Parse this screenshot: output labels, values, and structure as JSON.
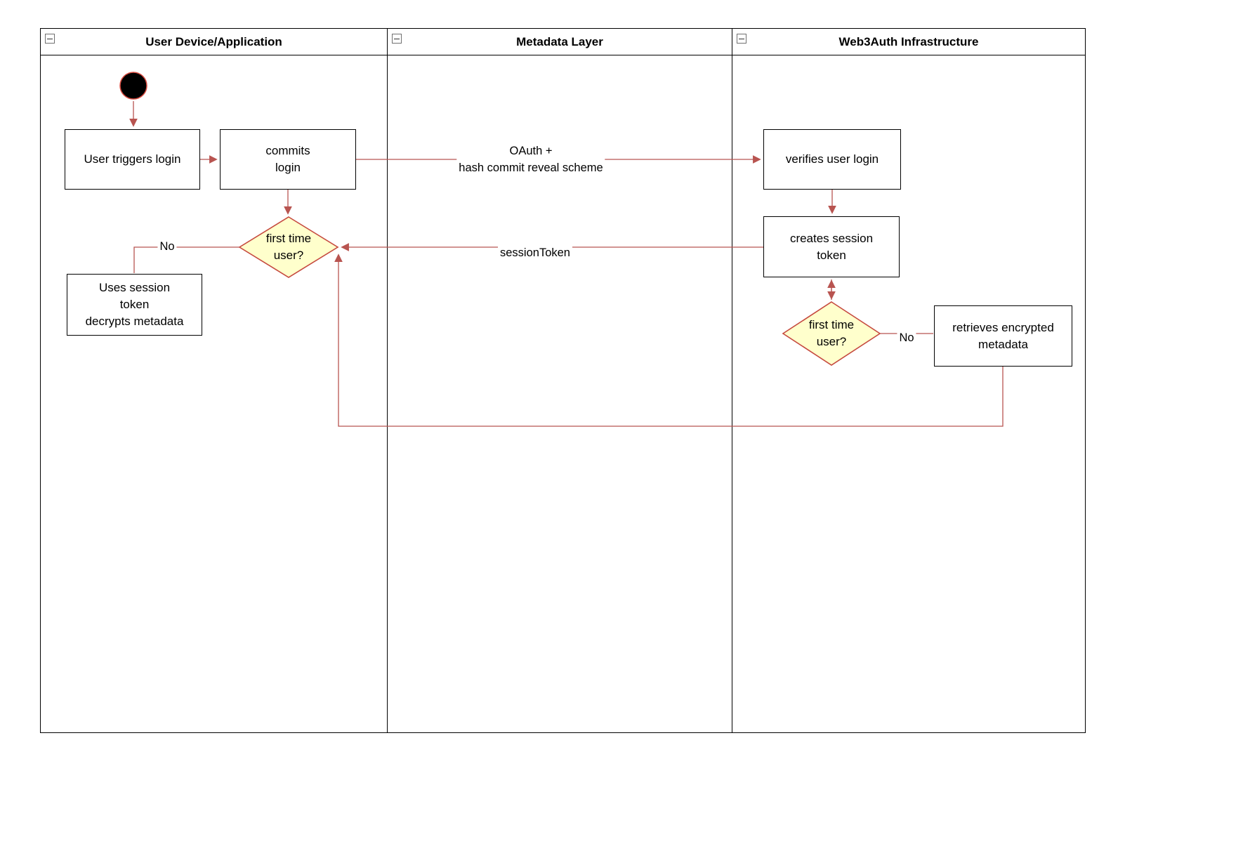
{
  "lanes": [
    {
      "title": "User Device/Application"
    },
    {
      "title": "Metadata Layer"
    },
    {
      "title": "Web3Auth Infrastructure"
    }
  ],
  "nodes": {
    "user_triggers_login": "User triggers login",
    "commits_login": "commits\nlogin",
    "first_time_user_1": "first time\nuser?",
    "uses_session_token": "Uses session\ntoken\ndecrypts metadata",
    "verifies_user_login": "verifies user login",
    "creates_session_token": "creates session\ntoken",
    "first_time_user_2": "first time\nuser?",
    "retrieves_encrypted_metadata": "retrieves encrypted\nmetadata"
  },
  "edge_labels": {
    "oauth": "OAuth +\nhash commit reveal scheme",
    "session_token": "sessionToken",
    "no_left": "No",
    "no_right": "No"
  },
  "icons": {
    "lane_collapse": "collapse-minus-icon",
    "start": "initial-state-filled-circle"
  },
  "colors": {
    "edge": "#b85450",
    "diamond_fill": "#ffffcc",
    "diamond_border": "#c64a3f",
    "start_fill": "#000000",
    "start_ring": "#d94c41",
    "lane_border": "#000000"
  }
}
